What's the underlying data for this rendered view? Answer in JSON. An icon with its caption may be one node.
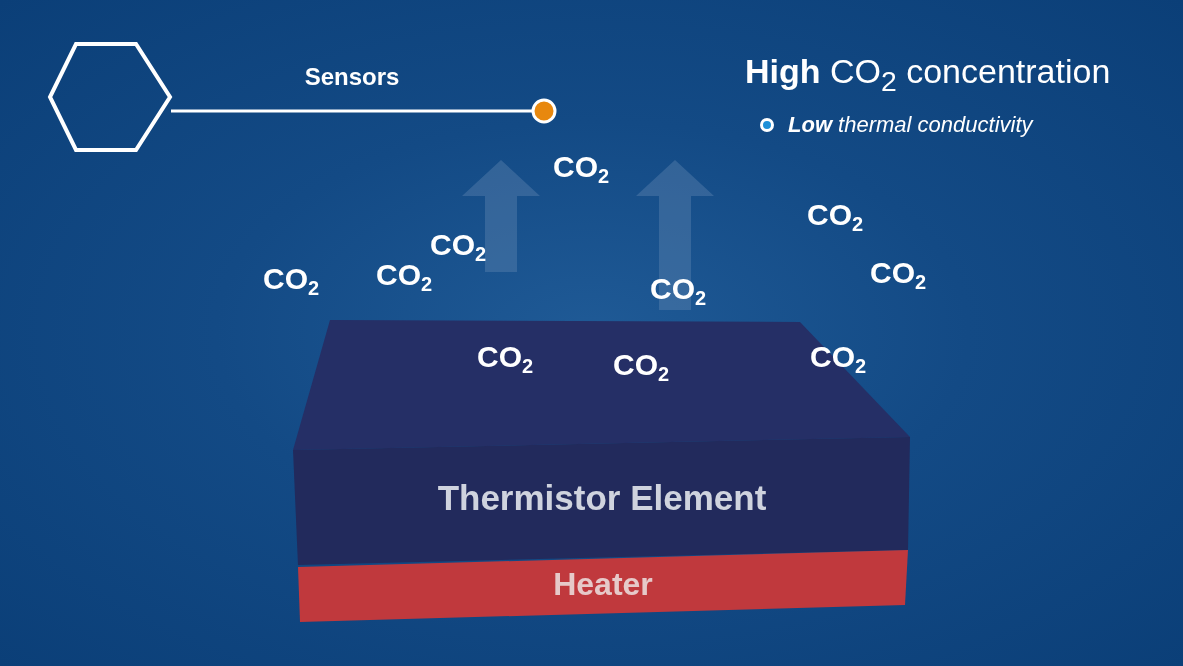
{
  "diagram": {
    "title": "**High** CO$_{2}$ concentration",
    "nodes": [
      {
        "text": [],
        "shape": "hexagon"
      },
      {
        "text": [],
        "shape": "circle"
      },
      {
        "text": [
          "Thermistor Element"
        ]
      },
      {
        "text": [
          "Heater"
        ]
      }
    ],
    "edges": [
      {
        "from": 0,
        "to": 1,
        "arrow": "none",
        "label": "Sensors"
      }
    ],
    "labels": [
      "**Low** thermal conductivity",
      "CO$_{2}$",
      "CO$_{2}$",
      "CO$_{2}$",
      "CO$_{2}$",
      "CO$_{2}$",
      "CO$_{2}$",
      "CO$_{2}$",
      "CO$_{2}$",
      "CO$_{2}$",
      "CO$_{2}$"
    ]
  }
}
